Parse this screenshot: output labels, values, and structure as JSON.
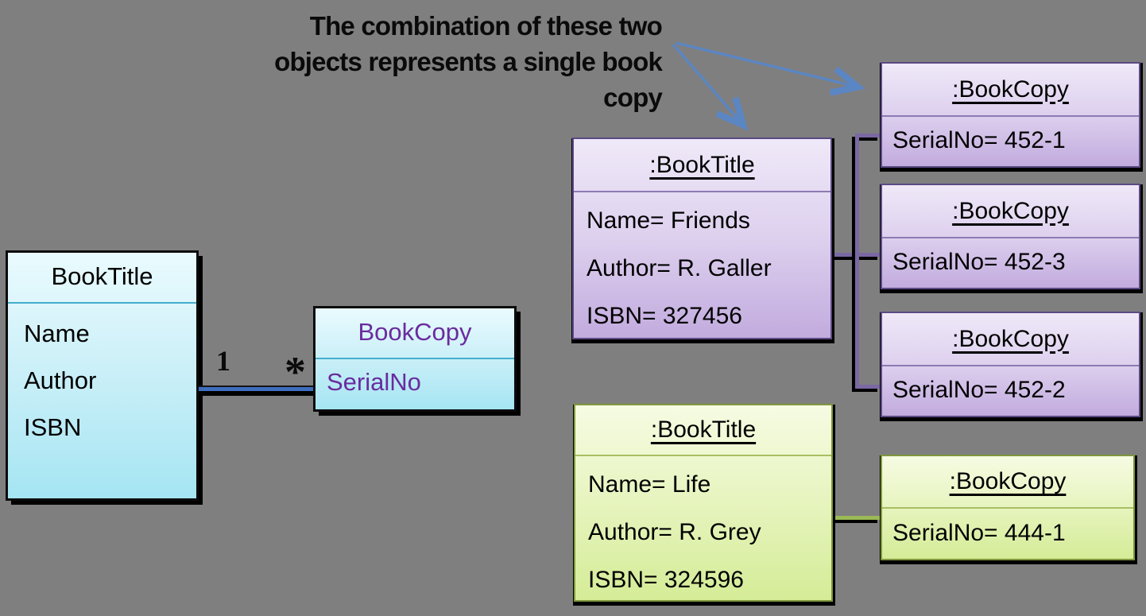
{
  "annotation": {
    "lines": [
      "The combination of these two",
      "objects represents a single book",
      "copy"
    ]
  },
  "class_diagram": {
    "book_title": {
      "title": "BookTitle",
      "attrs": [
        "Name",
        "Author",
        "ISBN"
      ]
    },
    "book_copy": {
      "title": "BookCopy",
      "attrs": [
        "SerialNo"
      ]
    },
    "association": {
      "left_mult": "1",
      "right_mult": "*"
    }
  },
  "objects": {
    "friends": {
      "title": ":BookTitle",
      "attrs": [
        "Name= Friends",
        "Author= R. Galler",
        "ISBN= 327456"
      ]
    },
    "friends_copies": [
      {
        "title": ":BookCopy",
        "serial": "SerialNo= 452-1"
      },
      {
        "title": ":BookCopy",
        "serial": "SerialNo= 452-3"
      },
      {
        "title": ":BookCopy",
        "serial": "SerialNo= 452-2"
      }
    ],
    "life": {
      "title": ":BookTitle",
      "attrs": [
        "Name= Life",
        "Author= R. Grey",
        "ISBN= 324596"
      ]
    },
    "life_copies": [
      {
        "title": ":BookCopy",
        "serial": "SerialNo= 444-1"
      }
    ]
  },
  "colors": {
    "background": "#7f7f7f",
    "class_fill_top": "#eafbfe",
    "class_fill_bottom": "#a5e5f3",
    "class_accent_text": "#6a2c9e",
    "association_blue": "#3e6ebe",
    "object_purple_top": "#efe9f8",
    "object_purple_bottom": "#c2abde",
    "object_green_top": "#f6fbe3",
    "object_green_bottom": "#d5ec97",
    "connector_purple": "#7a68a2",
    "connector_green": "#9bb957",
    "arrow_blue": "#5b86c4"
  }
}
